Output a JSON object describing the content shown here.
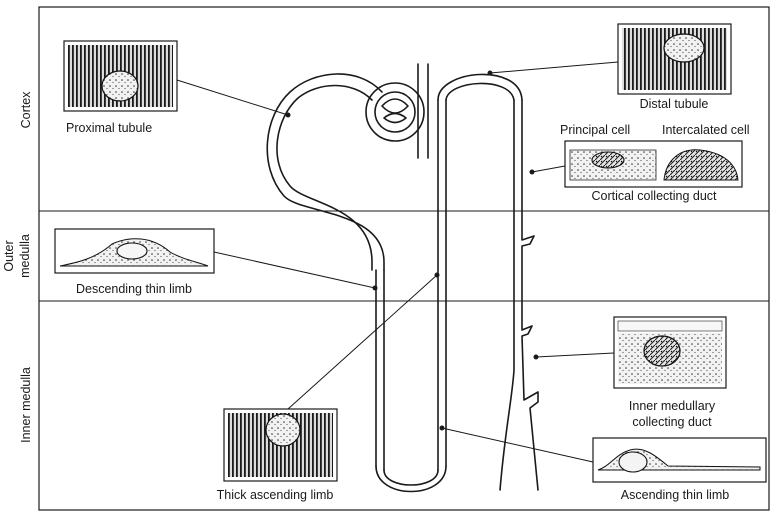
{
  "zones": {
    "cortex": "Cortex",
    "outer_medulla_line1": "Outer",
    "outer_medulla_line2": "medulla",
    "inner_medulla": "Inner medulla"
  },
  "labels": {
    "proximal_tubule": "Proximal tubule",
    "distal_tubule": "Distal tubule",
    "principal_cell": "Principal cell",
    "intercalated_cell": "Intercalated cell",
    "cortical_collecting_duct": "Cortical collecting duct",
    "descending_thin_limb": "Descending thin limb",
    "inner_medullary_line1": "Inner medullary",
    "inner_medullary_line2": "collecting duct",
    "thick_ascending_limb": "Thick ascending limb",
    "ascending_thin_limb": "Ascending thin limb"
  }
}
